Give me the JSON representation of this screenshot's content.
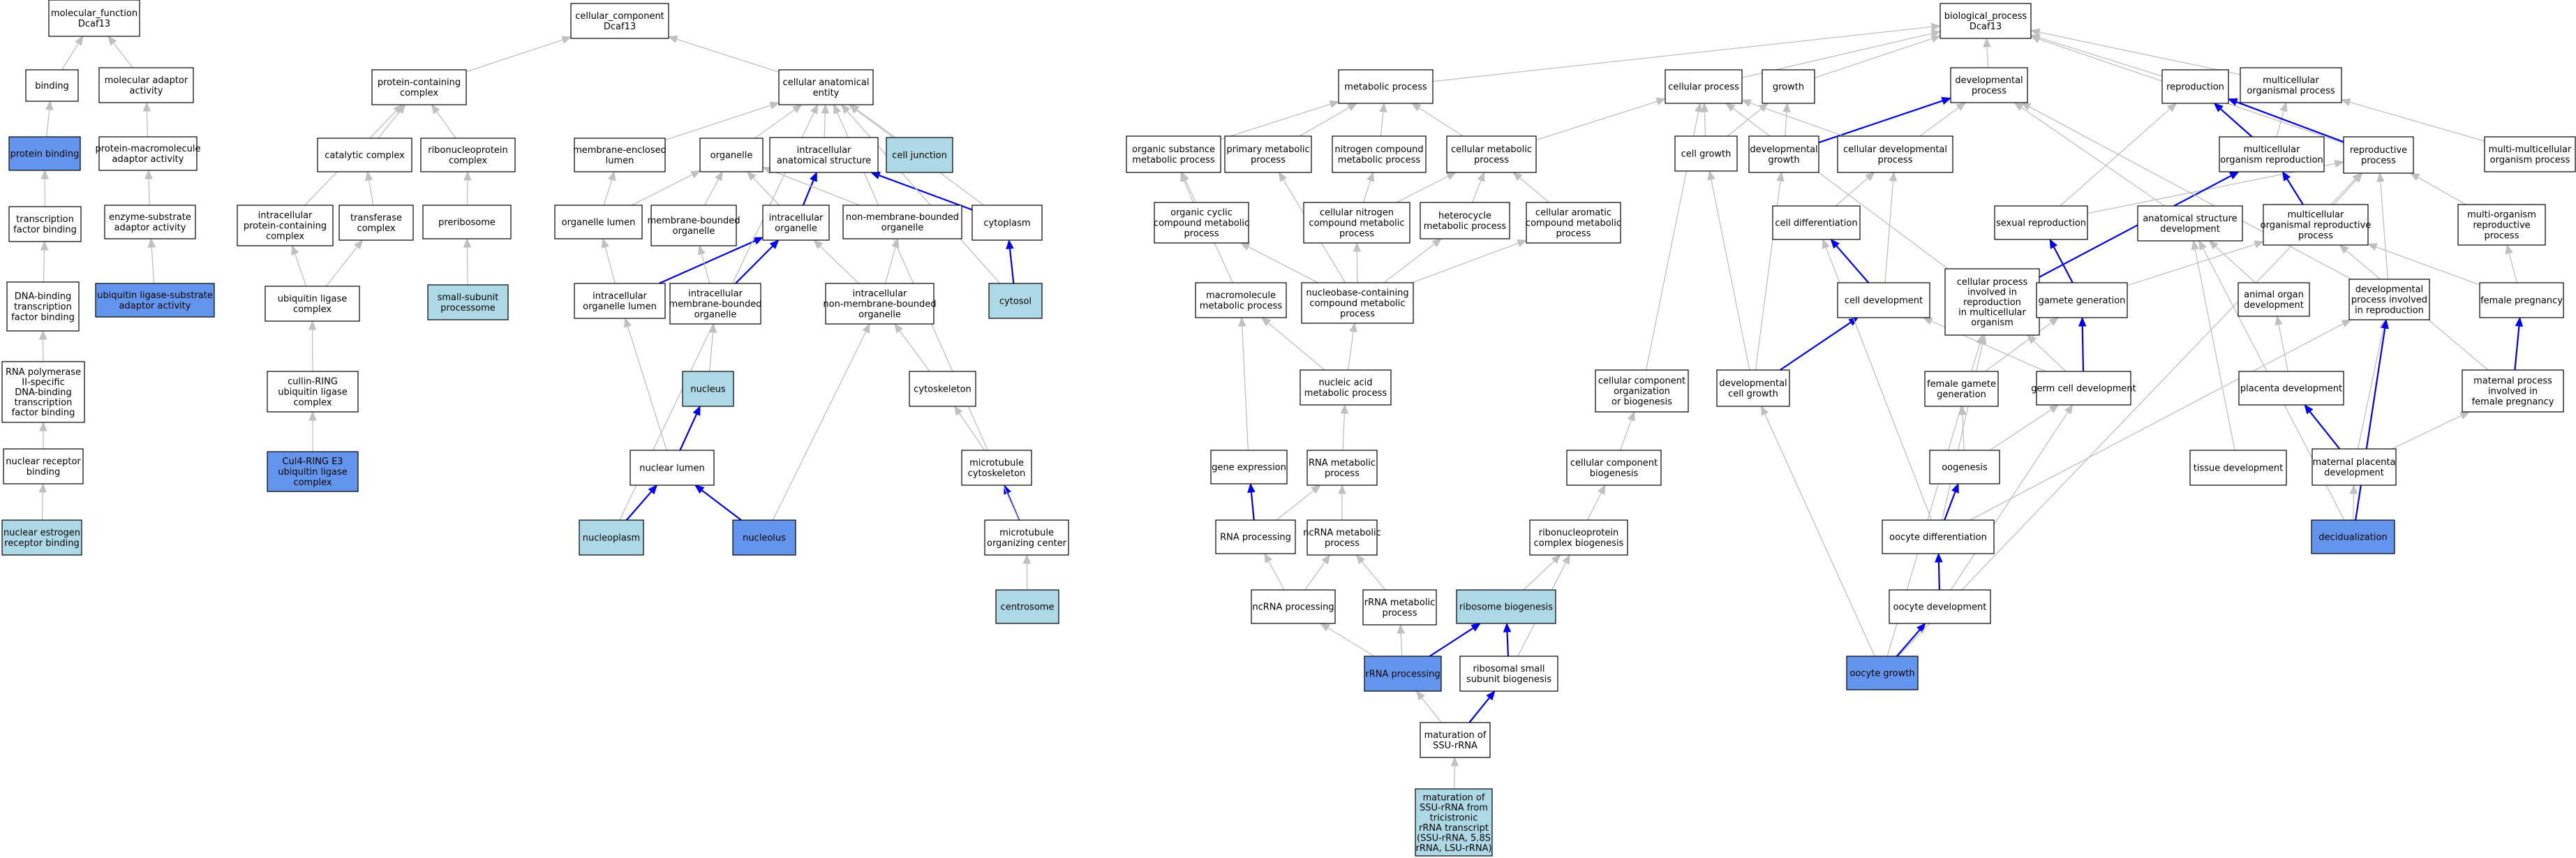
{
  "colors": {
    "plain": "#ffffff",
    "light": "#add8e6",
    "dark": "#6495ed",
    "edge_gray": "#c0c0c0",
    "edge_blue": "#0000ee"
  },
  "nodes": [
    {
      "id": "mf",
      "label": "molecular_function\nDcaf13",
      "fill": "plain"
    },
    {
      "id": "binding",
      "label": "binding",
      "fill": "plain"
    },
    {
      "id": "molad",
      "label": "molecular adaptor\nactivity",
      "fill": "plain"
    },
    {
      "id": "protbind",
      "label": "protein binding",
      "fill": "dark"
    },
    {
      "id": "pmad",
      "label": "protein-macromolecule\nadaptor activity",
      "fill": "plain"
    },
    {
      "id": "tfbind",
      "label": "transcription\nfactor binding",
      "fill": "plain"
    },
    {
      "id": "esad",
      "label": "enzyme-substrate\nadaptor activity",
      "fill": "plain"
    },
    {
      "id": "dnatf",
      "label": "DNA-binding\ntranscription\nfactor binding",
      "fill": "plain"
    },
    {
      "id": "ubisub",
      "label": "ubiquitin ligase-substrate\nadaptor activity",
      "fill": "dark"
    },
    {
      "id": "rnapol",
      "label": "RNA polymerase\nII-specific\nDNA-binding\ntranscription\nfactor binding",
      "fill": "plain"
    },
    {
      "id": "nrb",
      "label": "nuclear receptor\nbinding",
      "fill": "plain"
    },
    {
      "id": "nerb",
      "label": "nuclear estrogen\nreceptor binding",
      "fill": "light"
    },
    {
      "id": "cc",
      "label": "cellular_component\nDcaf13",
      "fill": "plain"
    },
    {
      "id": "pcc",
      "label": "protein-containing\ncomplex",
      "fill": "plain"
    },
    {
      "id": "cae",
      "label": "cellular anatomical\nentity",
      "fill": "plain"
    },
    {
      "id": "catc",
      "label": "catalytic complex",
      "fill": "plain"
    },
    {
      "id": "rnpc",
      "label": "ribonucleoprotein\ncomplex",
      "fill": "plain"
    },
    {
      "id": "iapc",
      "label": "intracellular\nprotein-containing\ncomplex",
      "fill": "plain"
    },
    {
      "id": "trfc",
      "label": "transferase\ncomplex",
      "fill": "plain"
    },
    {
      "id": "preribo",
      "label": "preribosome",
      "fill": "plain"
    },
    {
      "id": "ubilc",
      "label": "ubiquitin ligase\ncomplex",
      "fill": "plain"
    },
    {
      "id": "ssp",
      "label": "small-subunit\nprocessome",
      "fill": "light"
    },
    {
      "id": "cullin",
      "label": "cullin-RING\nubiquitin ligase\ncomplex",
      "fill": "plain"
    },
    {
      "id": "cul4",
      "label": "Cul4-RING E3\nubiquitin ligase\ncomplex",
      "fill": "dark"
    },
    {
      "id": "mel",
      "label": "membrane-enclosed\nlumen",
      "fill": "plain"
    },
    {
      "id": "organelle",
      "label": "organelle",
      "fill": "plain"
    },
    {
      "id": "ias",
      "label": "intracellular\nanatomical structure",
      "fill": "plain"
    },
    {
      "id": "cj",
      "label": "cell junction",
      "fill": "light"
    },
    {
      "id": "orgl",
      "label": "organelle lumen",
      "fill": "plain"
    },
    {
      "id": "mbo",
      "label": "membrane-bounded\norganelle",
      "fill": "plain"
    },
    {
      "id": "iorg",
      "label": "intracellular\norganelle",
      "fill": "plain"
    },
    {
      "id": "nmbo",
      "label": "non-membrane-bounded\norganelle",
      "fill": "plain"
    },
    {
      "id": "cytoplasm",
      "label": "cytoplasm",
      "fill": "plain"
    },
    {
      "id": "iol",
      "label": "intracellular\norganelle lumen",
      "fill": "plain"
    },
    {
      "id": "imbo",
      "label": "intracellular\nmembrane-bounded\norganelle",
      "fill": "plain"
    },
    {
      "id": "inmbo",
      "label": "intracellular\nnon-membrane-bounded\norganelle",
      "fill": "plain"
    },
    {
      "id": "cytosol",
      "label": "cytosol",
      "fill": "light"
    },
    {
      "id": "nucleus",
      "label": "nucleus",
      "fill": "light"
    },
    {
      "id": "cytosk",
      "label": "cytoskeleton",
      "fill": "plain"
    },
    {
      "id": "nucl",
      "label": "nuclear lumen",
      "fill": "plain"
    },
    {
      "id": "mtc",
      "label": "microtubule\ncytoskeleton",
      "fill": "plain"
    },
    {
      "id": "nucleoplasm",
      "label": "nucleoplasm",
      "fill": "light"
    },
    {
      "id": "nucleolus",
      "label": "nucleolus",
      "fill": "dark"
    },
    {
      "id": "mtoc",
      "label": "microtubule\norganizing center",
      "fill": "plain"
    },
    {
      "id": "centrosome",
      "label": "centrosome",
      "fill": "light"
    },
    {
      "id": "bp",
      "label": "biological_process\nDcaf13",
      "fill": "plain"
    },
    {
      "id": "metab",
      "label": "metabolic process",
      "fill": "plain"
    },
    {
      "id": "cellp",
      "label": "cellular process",
      "fill": "plain"
    },
    {
      "id": "growth",
      "label": "growth",
      "fill": "plain"
    },
    {
      "id": "devp",
      "label": "developmental\nprocess",
      "fill": "plain"
    },
    {
      "id": "repro",
      "label": "reproduction",
      "fill": "plain"
    },
    {
      "id": "mop",
      "label": "multicellular\norganismal process",
      "fill": "plain"
    },
    {
      "id": "osmp",
      "label": "organic substance\nmetabolic process",
      "fill": "plain"
    },
    {
      "id": "pmp",
      "label": "primary metabolic\nprocess",
      "fill": "plain"
    },
    {
      "id": "ncmp",
      "label": "nitrogen compound\nmetabolic process",
      "fill": "plain"
    },
    {
      "id": "cmp",
      "label": "cellular metabolic\nprocess",
      "fill": "plain"
    },
    {
      "id": "cgrowth",
      "label": "cell growth",
      "fill": "plain"
    },
    {
      "id": "devgrowth",
      "label": "developmental\ngrowth",
      "fill": "plain"
    },
    {
      "id": "cdp",
      "label": "cellular developmental\nprocess",
      "fill": "plain"
    },
    {
      "id": "mor",
      "label": "multicellular\norganism reproduction",
      "fill": "plain"
    },
    {
      "id": "rp",
      "label": "reproductive\nprocess",
      "fill": "plain"
    },
    {
      "id": "mmop",
      "label": "multi-multicellular\norganism process",
      "fill": "plain"
    },
    {
      "id": "occmp",
      "label": "organic cyclic\ncompound metabolic\nprocess",
      "fill": "plain"
    },
    {
      "id": "cncmp",
      "label": "cellular nitrogen\ncompound metabolic\nprocess",
      "fill": "plain"
    },
    {
      "id": "hmp",
      "label": "heterocycle\nmetabolic process",
      "fill": "plain"
    },
    {
      "id": "cacmp",
      "label": "cellular aromatic\ncompound metabolic\nprocess",
      "fill": "plain"
    },
    {
      "id": "celldiff",
      "label": "cell differentiation",
      "fill": "plain"
    },
    {
      "id": "sexrep",
      "label": "sexual reproduction",
      "fill": "plain"
    },
    {
      "id": "asd",
      "label": "anatomical structure\ndevelopment",
      "fill": "plain"
    },
    {
      "id": "morp",
      "label": "multicellular\norganismal reproductive\nprocess",
      "fill": "plain"
    },
    {
      "id": "morp2",
      "label": "multi-organism\nreproductive\nprocess",
      "fill": "plain"
    },
    {
      "id": "mmp",
      "label": "macromolecule\nmetabolic process",
      "fill": "plain"
    },
    {
      "id": "nbcmp",
      "label": "nucleobase-containing\ncompound metabolic\nprocess",
      "fill": "plain"
    },
    {
      "id": "celldev",
      "label": "cell development",
      "fill": "plain"
    },
    {
      "id": "cpirmo",
      "label": "cellular process\ninvolved in\nreproduction\nin multicellular\norganism",
      "fill": "plain"
    },
    {
      "id": "gamgen",
      "label": "gamete generation",
      "fill": "plain"
    },
    {
      "id": "aod",
      "label": "animal organ\ndevelopment",
      "fill": "plain"
    },
    {
      "id": "dpir",
      "label": "developmental\nprocess involved\nin reproduction",
      "fill": "plain"
    },
    {
      "id": "fpreg",
      "label": "female pregnancy",
      "fill": "plain"
    },
    {
      "id": "ccob",
      "label": "cellular component\norganization\nor biogenesis",
      "fill": "plain"
    },
    {
      "id": "namp",
      "label": "nucleic acid\nmetabolic process",
      "fill": "plain"
    },
    {
      "id": "devcg",
      "label": "developmental\ncell growth",
      "fill": "plain"
    },
    {
      "id": "fgg",
      "label": "female gamete\ngeneration",
      "fill": "plain"
    },
    {
      "id": "gcd",
      "label": "germ cell development",
      "fill": "plain"
    },
    {
      "id": "placdev",
      "label": "placenta development",
      "fill": "plain"
    },
    {
      "id": "mpifp",
      "label": "maternal process\ninvolved in\nfemale pregnancy",
      "fill": "plain"
    },
    {
      "id": "geneexp",
      "label": "gene expression",
      "fill": "plain"
    },
    {
      "id": "rnamp",
      "label": "RNA metabolic\nprocess",
      "fill": "plain"
    },
    {
      "id": "ccb",
      "label": "cellular component\nbiogenesis",
      "fill": "plain"
    },
    {
      "id": "oogen",
      "label": "oogenesis",
      "fill": "plain"
    },
    {
      "id": "tissdev",
      "label": "tissue development",
      "fill": "plain"
    },
    {
      "id": "mpd",
      "label": "maternal placenta\ndevelopment",
      "fill": "plain"
    },
    {
      "id": "rnaproc",
      "label": "RNA processing",
      "fill": "plain"
    },
    {
      "id": "ncrnamp",
      "label": "ncRNA metabolic\nprocess",
      "fill": "plain"
    },
    {
      "id": "rnpcb",
      "label": "ribonucleoprotein\ncomplex biogenesis",
      "fill": "plain"
    },
    {
      "id": "oocdiff",
      "label": "oocyte differentiation",
      "fill": "plain"
    },
    {
      "id": "decid",
      "label": "decidualization",
      "fill": "dark"
    },
    {
      "id": "ncrnaproc",
      "label": "ncRNA processing",
      "fill": "plain"
    },
    {
      "id": "rrnamp",
      "label": "rRNA metabolic\nprocess",
      "fill": "plain"
    },
    {
      "id": "ribob",
      "label": "ribosome biogenesis",
      "fill": "light"
    },
    {
      "id": "oocdev",
      "label": "oocyte development",
      "fill": "plain"
    },
    {
      "id": "rrnaproc",
      "label": "rRNA processing",
      "fill": "dark"
    },
    {
      "id": "rssb",
      "label": "ribosomal small\nsubunit biogenesis",
      "fill": "plain"
    },
    {
      "id": "oocgrowth",
      "label": "oocyte growth",
      "fill": "dark"
    },
    {
      "id": "matssu",
      "label": "maturation of\nSSU-rRNA",
      "fill": "plain"
    },
    {
      "id": "matssut",
      "label": "maturation of\nSSU-rRNA from\ntricistronic\nrRNA transcript\n(SSU-rRNA, 5.8S\nrRNA, LSU-rRNA)",
      "fill": "light"
    }
  ],
  "edges": [
    [
      "binding",
      "mf",
      "gray"
    ],
    [
      "molad",
      "mf",
      "gray"
    ],
    [
      "protbind",
      "binding",
      "gray"
    ],
    [
      "pmad",
      "molad",
      "gray"
    ],
    [
      "tfbind",
      "protbind",
      "gray"
    ],
    [
      "esad",
      "pmad",
      "gray"
    ],
    [
      "dnatf",
      "tfbind",
      "gray"
    ],
    [
      "ubisub",
      "esad",
      "gray"
    ],
    [
      "rnapol",
      "dnatf",
      "gray"
    ],
    [
      "nrb",
      "rnapol",
      "gray"
    ],
    [
      "nerb",
      "nrb",
      "gray"
    ],
    [
      "pcc",
      "cc",
      "gray"
    ],
    [
      "cae",
      "cc",
      "gray"
    ],
    [
      "catc",
      "pcc",
      "gray"
    ],
    [
      "rnpc",
      "pcc",
      "gray"
    ],
    [
      "iapc",
      "pcc",
      "gray"
    ],
    [
      "trfc",
      "catc",
      "gray"
    ],
    [
      "preribo",
      "rnpc",
      "gray"
    ],
    [
      "ubilc",
      "trfc",
      "gray"
    ],
    [
      "ubilc",
      "iapc",
      "gray"
    ],
    [
      "ssp",
      "preribo",
      "gray"
    ],
    [
      "cullin",
      "ubilc",
      "gray"
    ],
    [
      "cul4",
      "cullin",
      "gray"
    ],
    [
      "mel",
      "cae",
      "gray"
    ],
    [
      "organelle",
      "cae",
      "gray"
    ],
    [
      "ias",
      "cae",
      "gray"
    ],
    [
      "cj",
      "cae",
      "gray"
    ],
    [
      "orgl",
      "mel",
      "gray"
    ],
    [
      "orgl",
      "organelle",
      "gray"
    ],
    [
      "mbo",
      "organelle",
      "gray"
    ],
    [
      "iorg",
      "organelle",
      "gray"
    ],
    [
      "iorg",
      "ias",
      "blue"
    ],
    [
      "nmbo",
      "organelle",
      "gray"
    ],
    [
      "cytoplasm",
      "ias",
      "blue"
    ],
    [
      "cytoplasm",
      "cae",
      "gray"
    ],
    [
      "iol",
      "orgl",
      "gray"
    ],
    [
      "iol",
      "iorg",
      "blue"
    ],
    [
      "imbo",
      "mbo",
      "gray"
    ],
    [
      "imbo",
      "iorg",
      "blue"
    ],
    [
      "inmbo",
      "nmbo",
      "gray"
    ],
    [
      "inmbo",
      "iorg",
      "gray"
    ],
    [
      "cytosol",
      "cytoplasm",
      "blue"
    ],
    [
      "cytosol",
      "cae",
      "gray"
    ],
    [
      "nucleus",
      "imbo",
      "gray"
    ],
    [
      "cytosk",
      "inmbo",
      "gray"
    ],
    [
      "nucl",
      "iol",
      "gray"
    ],
    [
      "nucl",
      "nucleus",
      "blue"
    ],
    [
      "mtc",
      "cytosk",
      "gray"
    ],
    [
      "nucleoplasm",
      "nucl",
      "blue"
    ],
    [
      "nucleoplasm",
      "cae",
      "gray"
    ],
    [
      "nucleolus",
      "nucl",
      "blue"
    ],
    [
      "nucleolus",
      "inmbo",
      "gray"
    ],
    [
      "mtoc",
      "mtc",
      "blue"
    ],
    [
      "mtoc",
      "cae",
      "gray"
    ],
    [
      "centrosome",
      "mtoc",
      "gray"
    ],
    [
      "metab",
      "bp",
      "gray"
    ],
    [
      "cellp",
      "bp",
      "gray"
    ],
    [
      "growth",
      "bp",
      "gray"
    ],
    [
      "devp",
      "bp",
      "gray"
    ],
    [
      "repro",
      "bp",
      "gray"
    ],
    [
      "mop",
      "bp",
      "gray"
    ],
    [
      "rp",
      "bp",
      "gray"
    ],
    [
      "osmp",
      "metab",
      "gray"
    ],
    [
      "pmp",
      "metab",
      "gray"
    ],
    [
      "ncmp",
      "metab",
      "gray"
    ],
    [
      "cmp",
      "metab",
      "gray"
    ],
    [
      "cmp",
      "cellp",
      "gray"
    ],
    [
      "cgrowth",
      "cellp",
      "gray"
    ],
    [
      "cgrowth",
      "growth",
      "gray"
    ],
    [
      "devgrowth",
      "growth",
      "gray"
    ],
    [
      "devgrowth",
      "devp",
      "blue"
    ],
    [
      "cdp",
      "cellp",
      "gray"
    ],
    [
      "cdp",
      "devp",
      "gray"
    ],
    [
      "mor",
      "repro",
      "blue"
    ],
    [
      "mor",
      "mop",
      "gray"
    ],
    [
      "rp",
      "repro",
      "blue"
    ],
    [
      "mmop",
      "mop",
      "gray"
    ],
    [
      "occmp",
      "osmp",
      "gray"
    ],
    [
      "cncmp",
      "ncmp",
      "gray"
    ],
    [
      "cncmp",
      "cmp",
      "gray"
    ],
    [
      "hmp",
      "cmp",
      "gray"
    ],
    [
      "cacmp",
      "cmp",
      "gray"
    ],
    [
      "celldiff",
      "cdp",
      "gray"
    ],
    [
      "sexrep",
      "repro",
      "gray"
    ],
    [
      "sexrep",
      "rp",
      "gray"
    ],
    [
      "asd",
      "devp",
      "gray"
    ],
    [
      "morp",
      "mor",
      "blue"
    ],
    [
      "morp",
      "rp",
      "gray"
    ],
    [
      "morp2",
      "rp",
      "gray"
    ],
    [
      "mmp",
      "osmp",
      "gray"
    ],
    [
      "nbcmp",
      "occmp",
      "gray"
    ],
    [
      "nbcmp",
      "cncmp",
      "gray"
    ],
    [
      "nbcmp",
      "hmp",
      "gray"
    ],
    [
      "nbcmp",
      "cacmp",
      "gray"
    ],
    [
      "nbcmp",
      "pmp",
      "gray"
    ],
    [
      "celldev",
      "celldiff",
      "blue"
    ],
    [
      "celldev",
      "cdp",
      "gray"
    ],
    [
      "cpirmo",
      "mor",
      "blue"
    ],
    [
      "cpirmo",
      "cellp",
      "gray"
    ],
    [
      "gamgen",
      "sexrep",
      "blue"
    ],
    [
      "gamgen",
      "morp",
      "gray"
    ],
    [
      "aod",
      "asd",
      "gray"
    ],
    [
      "dpir",
      "rp",
      "gray"
    ],
    [
      "dpir",
      "devp",
      "gray"
    ],
    [
      "fpreg",
      "morp2",
      "gray"
    ],
    [
      "fpreg",
      "morp",
      "gray"
    ],
    [
      "ccob",
      "cellp",
      "gray"
    ],
    [
      "namp",
      "mmp",
      "gray"
    ],
    [
      "namp",
      "nbcmp",
      "gray"
    ],
    [
      "devcg",
      "celldev",
      "blue"
    ],
    [
      "devcg",
      "cgrowth",
      "gray"
    ],
    [
      "devcg",
      "devgrowth",
      "gray"
    ],
    [
      "fgg",
      "gamgen",
      "gray"
    ],
    [
      "gcd",
      "gamgen",
      "blue"
    ],
    [
      "gcd",
      "celldev",
      "gray"
    ],
    [
      "gcd",
      "cpirmo",
      "gray"
    ],
    [
      "placdev",
      "aod",
      "gray"
    ],
    [
      "mpifp",
      "fpreg",
      "blue"
    ],
    [
      "mpifp",
      "morp",
      "gray"
    ],
    [
      "geneexp",
      "mmp",
      "gray"
    ],
    [
      "rnamp",
      "namp",
      "gray"
    ],
    [
      "ccb",
      "ccob",
      "gray"
    ],
    [
      "oogen",
      "fgg",
      "gray"
    ],
    [
      "oogen",
      "gcd",
      "gray"
    ],
    [
      "tissdev",
      "asd",
      "gray"
    ],
    [
      "mpd",
      "placdev",
      "blue"
    ],
    [
      "mpd",
      "mpifp",
      "gray"
    ],
    [
      "mpd",
      "dpir",
      "gray"
    ],
    [
      "rnaproc",
      "geneexp",
      "blue"
    ],
    [
      "rnaproc",
      "rnamp",
      "gray"
    ],
    [
      "ncrnamp",
      "rnamp",
      "gray"
    ],
    [
      "rnpcb",
      "ccb",
      "gray"
    ],
    [
      "oocdiff",
      "oogen",
      "blue"
    ],
    [
      "oocdiff",
      "celldiff",
      "gray"
    ],
    [
      "oocdiff",
      "cpirmo",
      "gray"
    ],
    [
      "oocdiff",
      "dpir",
      "gray"
    ],
    [
      "decid",
      "mpd",
      "gray"
    ],
    [
      "decid",
      "dpir",
      "blue"
    ],
    [
      "decid",
      "asd",
      "gray"
    ],
    [
      "ncrnaproc",
      "rnaproc",
      "gray"
    ],
    [
      "ncrnaproc",
      "ncrnamp",
      "gray"
    ],
    [
      "rrnamp",
      "ncrnamp",
      "gray"
    ],
    [
      "ribob",
      "rnpcb",
      "gray"
    ],
    [
      "oocdev",
      "oocdiff",
      "blue"
    ],
    [
      "oocdev",
      "gcd",
      "gray"
    ],
    [
      "rrnaproc",
      "ncrnaproc",
      "gray"
    ],
    [
      "rrnaproc",
      "rrnamp",
      "gray"
    ],
    [
      "rrnaproc",
      "ribob",
      "blue"
    ],
    [
      "rssb",
      "ribob",
      "blue"
    ],
    [
      "rssb",
      "rnpcb",
      "gray"
    ],
    [
      "oocgrowth",
      "oocdev",
      "blue"
    ],
    [
      "oocgrowth",
      "devcg",
      "gray"
    ],
    [
      "oocgrowth",
      "cpirmo",
      "gray"
    ],
    [
      "oocgrowth",
      "rp",
      "gray"
    ],
    [
      "matssu",
      "rrnaproc",
      "gray"
    ],
    [
      "matssu",
      "rssb",
      "blue"
    ],
    [
      "matssut",
      "matssu",
      "gray"
    ]
  ]
}
